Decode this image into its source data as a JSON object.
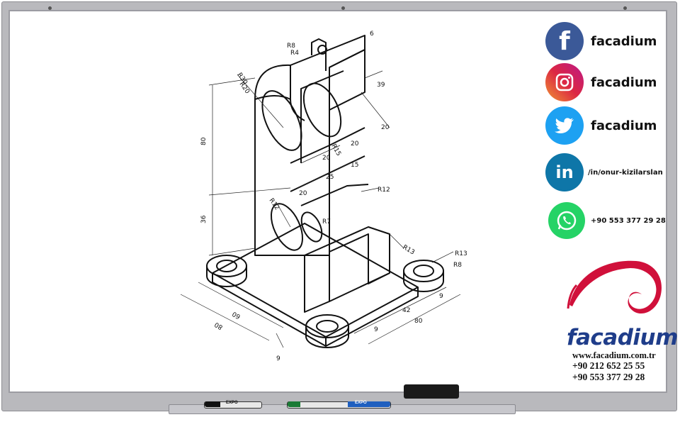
{
  "social": [
    {
      "network": "facebook-icon",
      "handle": "facadium",
      "color": "#3b5998"
    },
    {
      "network": "instagram-icon",
      "handle": "facadium",
      "color": "#c13584"
    },
    {
      "network": "twitter-icon",
      "handle": "facadium",
      "color": "#1da1f2"
    },
    {
      "network": "linkedin-icon",
      "handle": "/in/onur-kizilarslan",
      "color": "#0e76a8"
    },
    {
      "network": "whatsapp-icon",
      "handle": "+90 553 377 29 28",
      "color": "#25d366"
    }
  ],
  "brand": {
    "name": "facadium",
    "website": "www.facadium.com.tr",
    "phone1": "+90 212 652 25 55",
    "phone2": "+90 553 377 29 28",
    "logo_color": "#d0103a",
    "name_color": "#1f3d8a"
  },
  "drawing": {
    "dims": [
      "R8",
      "R4",
      "6",
      "R30",
      "R20",
      "39",
      "20",
      "20",
      "R15",
      "20",
      "80",
      "15",
      "25",
      "20",
      "R12",
      "R12",
      "R7",
      "36",
      "R13",
      "R8",
      "9",
      "42",
      "80",
      "9",
      "60",
      "80",
      "R13",
      "9"
    ]
  },
  "markers": [
    "EXPO",
    "EXPO"
  ]
}
